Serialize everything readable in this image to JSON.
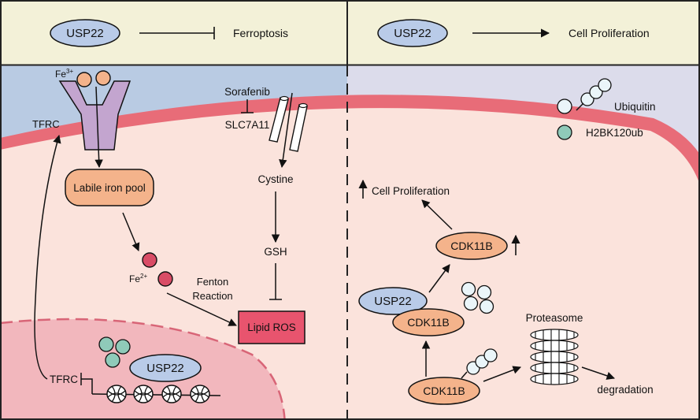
{
  "left_header": {
    "usp22": "USP22",
    "target": "Ferroptosis"
  },
  "right_header": {
    "usp22": "USP22",
    "target": "Cell Proliferation"
  },
  "legend": {
    "ubiquitin": "Ubiquitin",
    "h2bk120ub": "H2BK120ub"
  },
  "left_panel": {
    "fe3": "Fe",
    "fe3_sup": "3+",
    "tfrc_membrane": "TFRC",
    "labile_iron_pool": "Labile iron pool",
    "fe2": "Fe",
    "fe2_sup": "2+",
    "fenton_line1": "Fenton",
    "fenton_line2": "Reaction",
    "lipid_ros": "Lipid ROS",
    "sorafenib": "Sorafenib",
    "slc7a11": "SLC7A11",
    "cystine": "Cystine",
    "gsh": "GSH",
    "nucleus_usp22": "USP22",
    "tfrc_gene": "TFRC"
  },
  "right_panel": {
    "cell_proliferation": "Cell Proliferation",
    "cdk11b_top": "CDK11B",
    "usp22": "USP22",
    "cdk11b_complex": "CDK11B",
    "cdk11b_bottom": "CDK11B",
    "proteasome": "Proteasome",
    "degradation": "degradation"
  },
  "colors": {
    "header_bg": "#f3f1d8",
    "extracellular_left": "#b9cbe3",
    "extracellular_right": "#dcdceb",
    "membrane": "#e86c78",
    "cytoplasm": "#fbe3dc",
    "nucleus": "#f2b7bd",
    "usp22_oval": "#b9cbe8",
    "cdk11b_oval": "#f4b38b",
    "tfrc_receptor": "#c3a5cf",
    "lipid_ros_box": "#e8546e",
    "fe_circle": "#d94c66",
    "ubiquitin": "#eaf5f9",
    "h2bk120ub": "#8fcab9"
  }
}
